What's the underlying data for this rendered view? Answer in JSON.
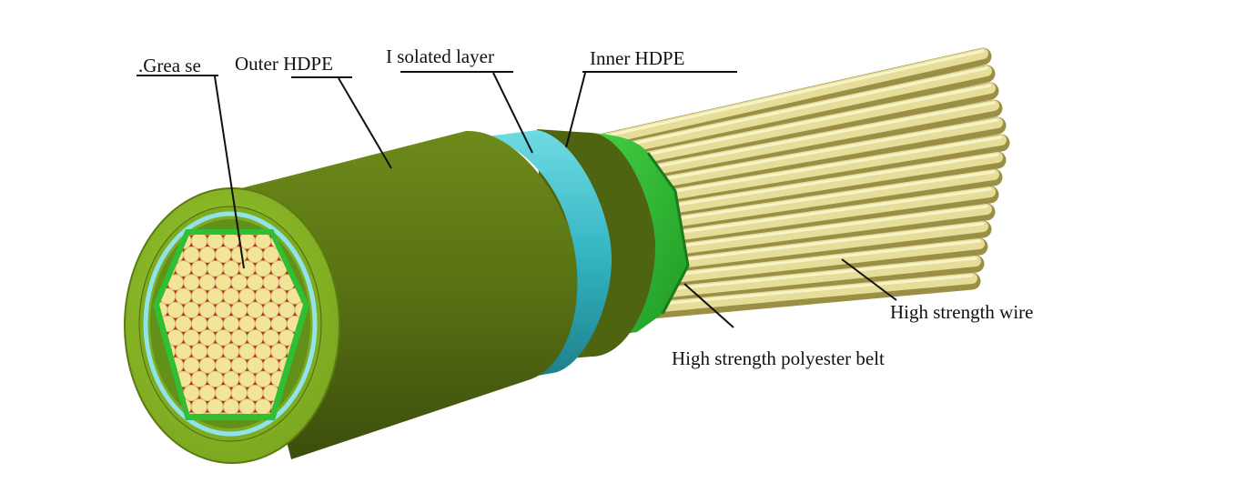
{
  "labels": {
    "grease": ".Grea se",
    "outer_hdpe": "Outer HDPE",
    "isolated_layer": "I solated layer",
    "inner_hdpe": "Inner HDPE",
    "high_strength_wire": "High strength wire",
    "polyester_belt": "High strength polyester belt"
  },
  "colors": {
    "outer_hdpe": "#556b12",
    "isolated_layer": "#35b8c4",
    "inner_hdpe": "#2fb832",
    "wire": "#e4dc93",
    "grease": "#b4a24b",
    "background": "#ffffff"
  }
}
